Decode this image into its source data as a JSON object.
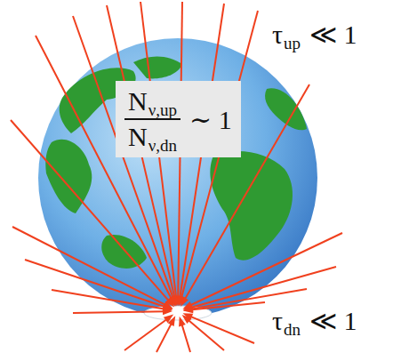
{
  "diagram": {
    "nodes": [
      {
        "text": [
          "N",
          "ν,up",
          "N",
          "ν,dn",
          "∼ 1"
        ]
      }
    ],
    "labels": [
      "τ",
      "up",
      "≪ 1",
      "τ",
      "dn",
      "≪ 1"
    ]
  }
}
